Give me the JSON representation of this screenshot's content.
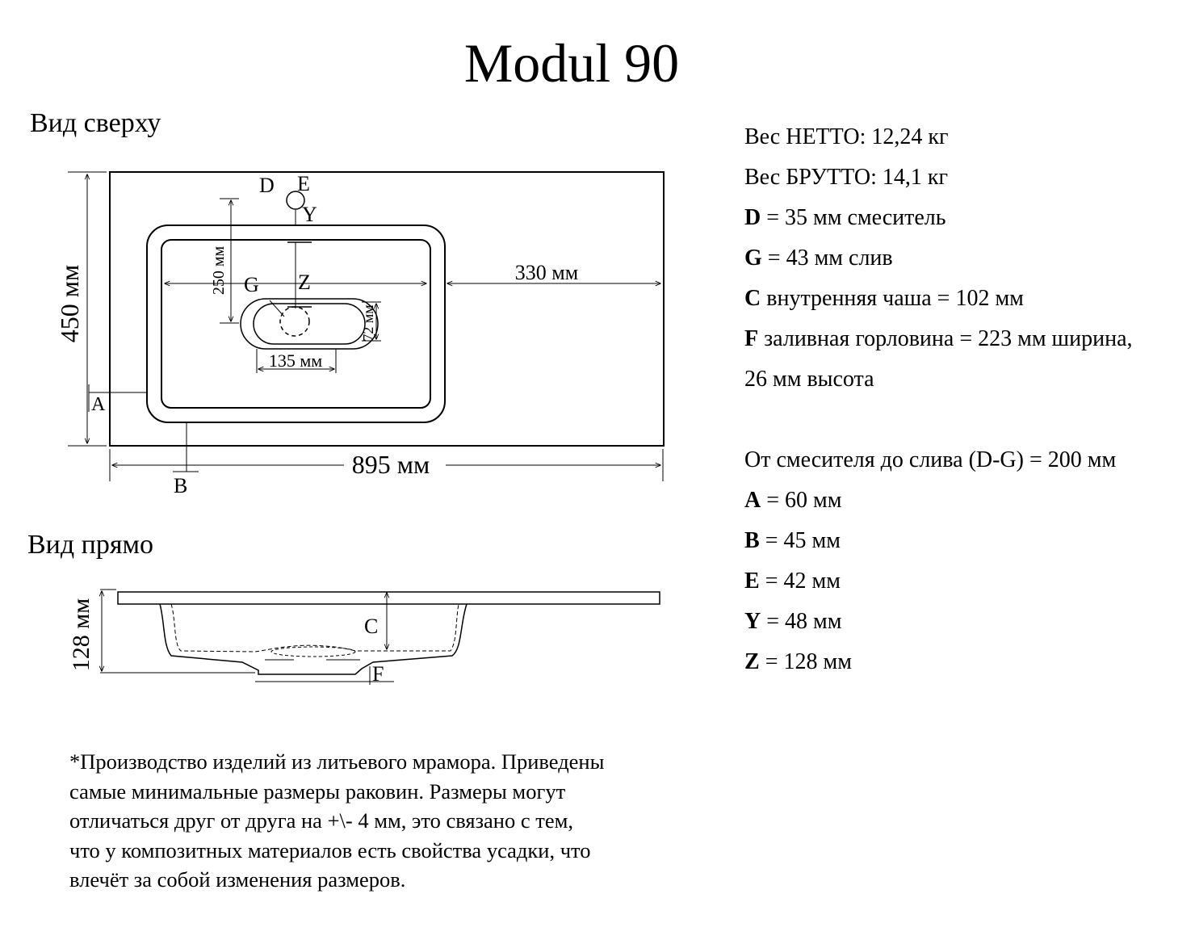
{
  "title": "Modul 90",
  "views": {
    "top": "Вид сверху",
    "front": "Вид прямо"
  },
  "dimensions": {
    "depth": "450 мм",
    "width": "895 мм",
    "right_margin": "330 мм",
    "bowl_depth": "250 мм",
    "neck_width": "135 мм",
    "neck_depth": "72 мм",
    "height": "128 мм"
  },
  "markers": {
    "A": "A",
    "B": "B",
    "C": "C",
    "D": "D",
    "E": "E",
    "F": "F",
    "G": "G",
    "Y": "Y",
    "Z": "Z"
  },
  "specs": {
    "net": "Вес НЕТТО: 12,24 кг",
    "gross": "Вес БРУТТО: 14,1 кг",
    "items": [
      {
        "key": "D",
        "text": " = 35 мм смеситель"
      },
      {
        "key": "G",
        "text": " = 43 мм слив"
      },
      {
        "key": "C",
        "text": " внутренняя чаша = 102 мм"
      },
      {
        "key": "F",
        "text": " заливная горловина = 223 мм ширина,"
      }
    ],
    "continuation": "26 мм высота",
    "dg": "От смесителя до слива (D-G) = 200 мм",
    "letters": [
      {
        "key": "A",
        "text": " = 60 мм"
      },
      {
        "key": "B",
        "text": " = 45 мм"
      },
      {
        "key": "E",
        "text": " = 42 мм"
      },
      {
        "key": "Y",
        "text": " = 48 мм"
      },
      {
        "key": "Z",
        "text": " = 128 мм"
      }
    ]
  },
  "note": [
    "*Производство изделий из литьевого мрамора. Приведены",
    "самые минимальные размеры раковин. Размеры могут",
    "отличаться друг от друга на +\\- 4 мм, это связано с тем,",
    "что у композитных материалов есть свойства усадки, что",
    "влечёт за собой изменения размеров."
  ]
}
